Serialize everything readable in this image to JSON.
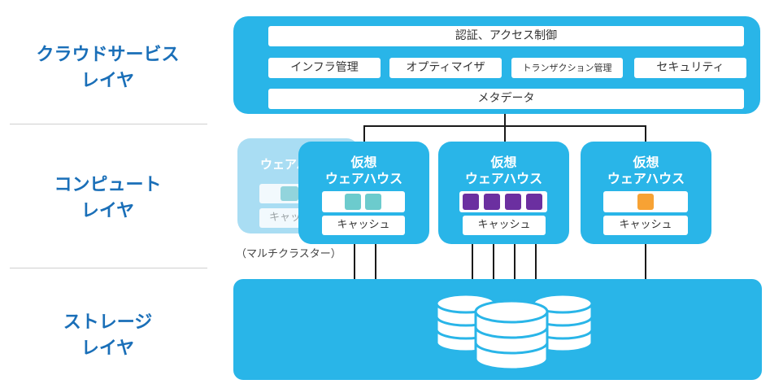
{
  "layers": {
    "cloud": "クラウドサービス\nレイヤ",
    "compute": "コンピュート\nレイヤ",
    "storage": "ストレージ\nレイヤ"
  },
  "cloud_services": {
    "auth": "認証、アクセス制御",
    "infra": "インフラ管理",
    "optimizer": "オプティマイザ",
    "txn": "トランザクション管理",
    "security": "セキュリティ",
    "metadata": "メタデータ"
  },
  "warehouse_title": "仮想\nウェアハウス",
  "ghost_title": "ウェアハウス",
  "cache_label": "キャッシュ",
  "multi_cluster": "（マルチクラスター）",
  "warehouses": [
    {
      "color": "#6ccbcd",
      "slots": 2
    },
    {
      "color": "#6b2fa0",
      "slots": 4
    },
    {
      "color": "#f7a234",
      "slots": 1
    }
  ],
  "ghost": {
    "color": "#8fd3d9",
    "slots": 1
  },
  "colors": {
    "primary": "#29b5e8",
    "label": "#1a6fb8",
    "ghost": "#a9ddf3"
  }
}
